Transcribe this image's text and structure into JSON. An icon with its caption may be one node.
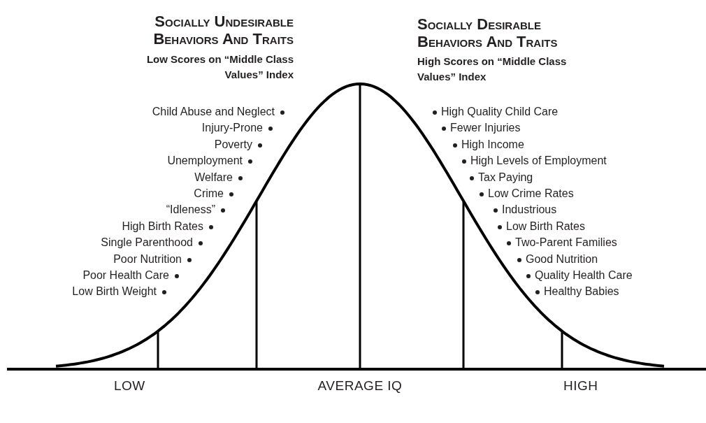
{
  "diagram": {
    "labels": [
      "Socially Undesirable Behaviors And Traits",
      "Low Scores on “Middle Class Values” Index",
      "Socially Desirable Behaviors And Traits",
      "High Scores on “Middle Class Values” Index",
      "Child Abuse and Neglect",
      "Injury-Prone",
      "Poverty",
      "Unemployment",
      "Welfare",
      "Crime",
      "“Idleness”",
      "High Birth Rates",
      "Single Parenthood",
      "Poor Nutrition",
      "Poor Health Care",
      "Low Birth Weight",
      "High Quality Child Care",
      "Fewer Injuries",
      "High Income",
      "High Levels of Employment",
      "Tax Paying",
      "Low Crime Rates",
      "Industrious",
      "Low Birth Rates",
      "Two-Parent Families",
      "Good Nutrition",
      "Quality Health Care",
      "Healthy Babies",
      "LOW",
      "AVERAGE IQ",
      "HIGH"
    ]
  }
}
